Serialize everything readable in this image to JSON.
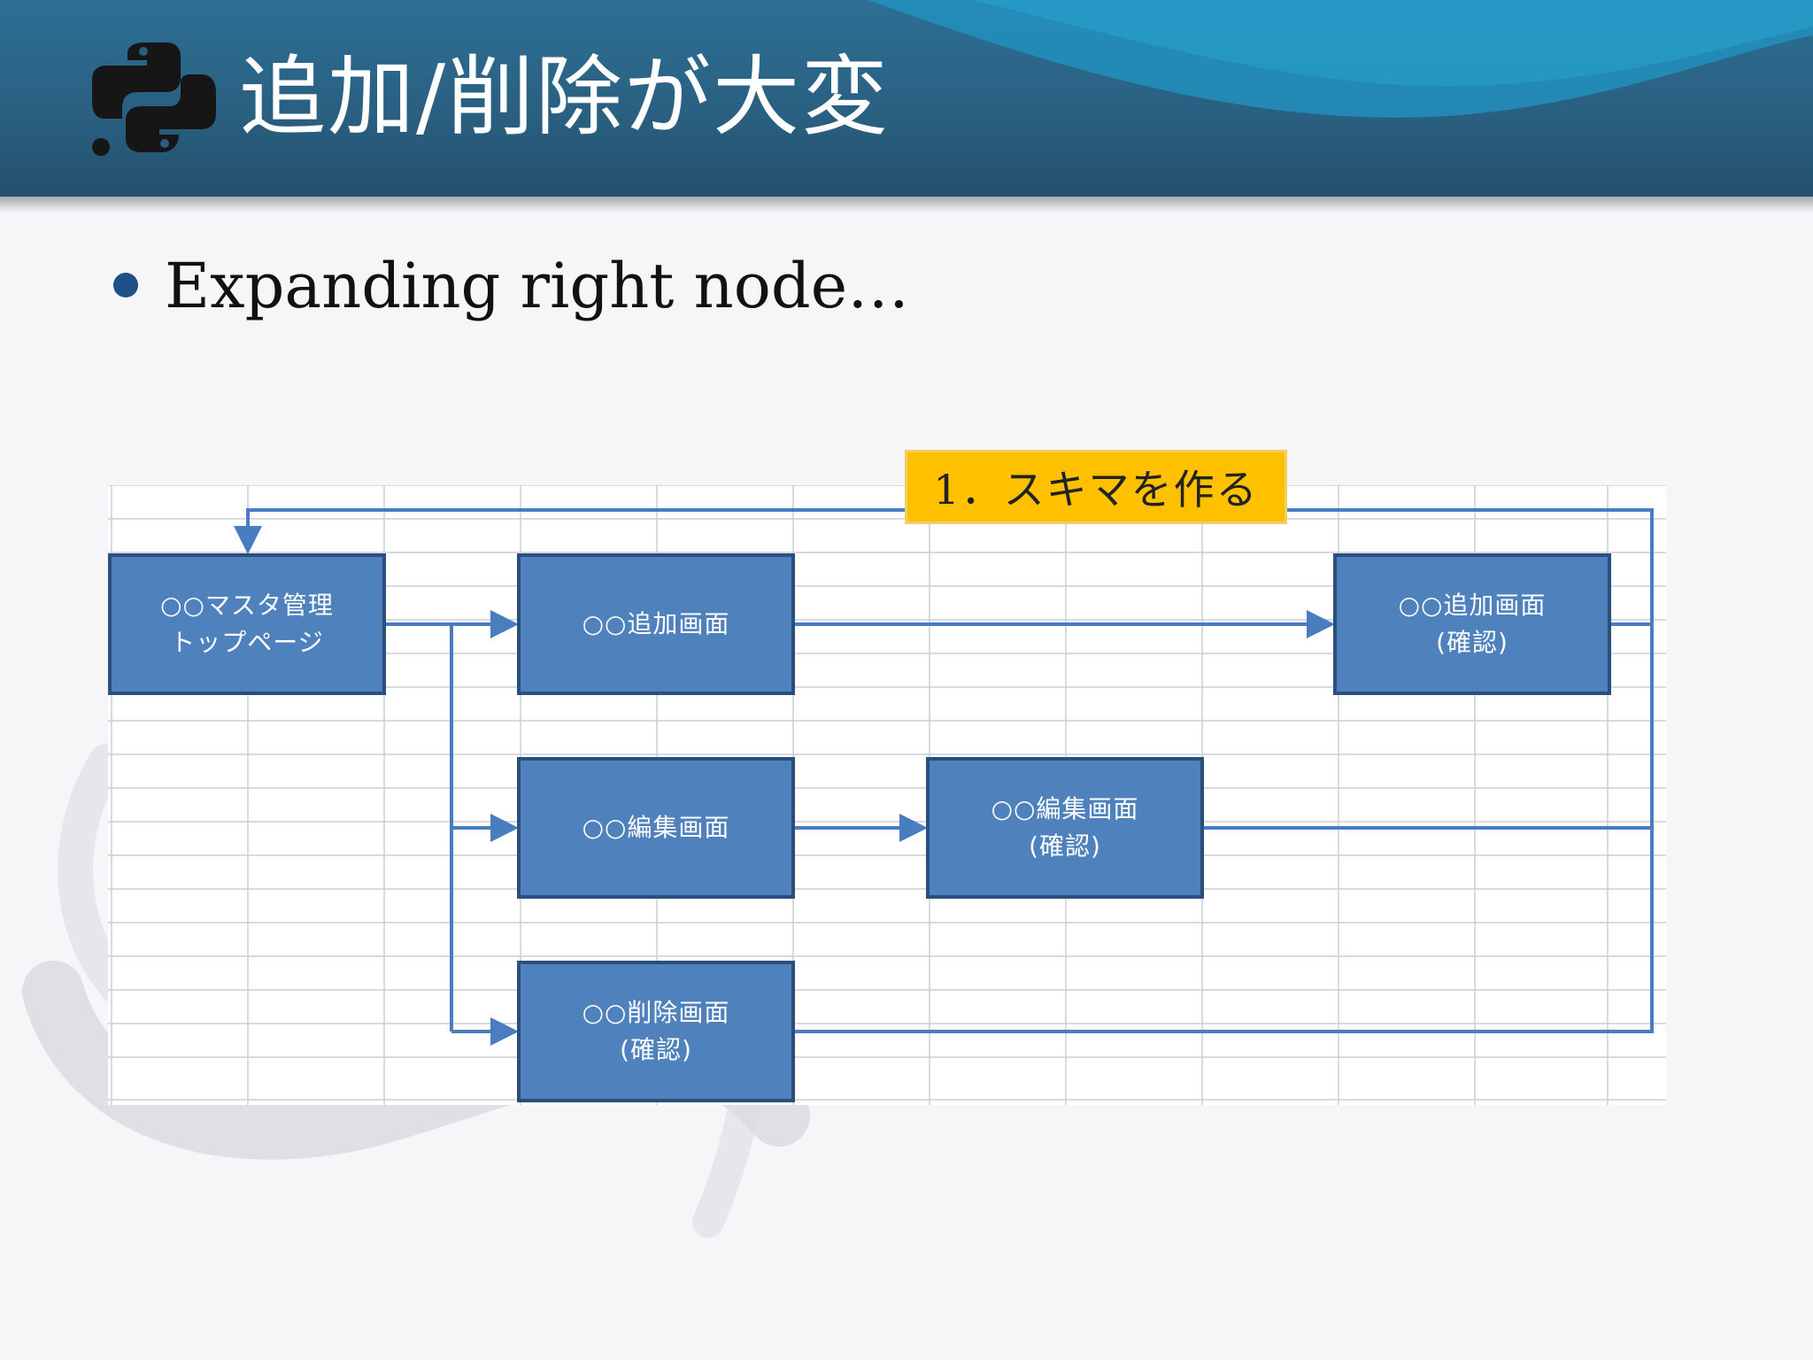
{
  "slide": {
    "title": "追加/削除が大変",
    "bullets": [
      "Expanding right node…"
    ]
  },
  "diagram": {
    "step_label": "1．スキマを作る",
    "nodes": {
      "master_top": [
        "○○マスタ管理",
        "トップページ"
      ],
      "add": [
        "○○追加画面"
      ],
      "add_confirm": [
        "○○追加画面",
        "(確認)"
      ],
      "edit": [
        "○○編集画面"
      ],
      "edit_confirm": [
        "○○編集画面",
        "(確認)"
      ],
      "delete_confirm": [
        "○○削除画面",
        "(確認)"
      ]
    },
    "edges": [
      {
        "from": "master_top",
        "to": "add"
      },
      {
        "from": "master_top",
        "to": "edit"
      },
      {
        "from": "master_top",
        "to": "delete_confirm"
      },
      {
        "from": "add",
        "to": "add_confirm"
      },
      {
        "from": "edit",
        "to": "edit_confirm"
      },
      {
        "from": "add_confirm",
        "to": "master_top"
      },
      {
        "from": "edit_confirm",
        "to": "master_top"
      },
      {
        "from": "delete_confirm",
        "to": "master_top"
      }
    ]
  },
  "colors": {
    "node_fill": "#4f81bd",
    "node_border": "#2b4f7a",
    "edge": "#4a7cc0",
    "label_fill": "#ffc000",
    "header": "#2a5f80"
  }
}
